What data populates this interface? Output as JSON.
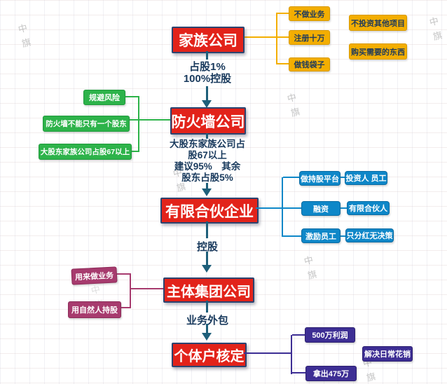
{
  "watermark": {
    "text": "中旗"
  },
  "colors": {
    "node_red": "#E2231A",
    "branch_yellow": "#F3AE01",
    "branch_green": "#2DB34A",
    "branch_blue": "#0E87C8",
    "branch_rose": "#A73B6E",
    "branch_purple": "#3D2E94",
    "arrow": "#1E5F7A",
    "edge_text": "#18395C"
  },
  "nodes": {
    "family": "家族公司",
    "firewall": "防火墙公司",
    "partnership": "有限合伙企业",
    "group": "主体集团公司",
    "individual": "个体户核定"
  },
  "edges": {
    "family_firewall": {
      "line1": "占股1%",
      "line2": "100%控股"
    },
    "firewall_partnership": {
      "lines": [
        "大股东家族公司占",
        "股67以上",
        "建议95%　其余",
        "股东占股5%"
      ]
    },
    "partnership_group": "控股",
    "group_individual": "业务外包"
  },
  "family_notes": {
    "branch": [
      "不做业务",
      "注册十万",
      "做钱袋子"
    ],
    "side": [
      "不投资其他项目",
      "购买需要的东西"
    ]
  },
  "firewall_notes": [
    "规避风险",
    "防火墙不能只有一个股东",
    "大股东家族公司占股67以上"
  ],
  "partnership_notes": [
    {
      "label": "做持股平台",
      "detail": "投资人 员工"
    },
    {
      "label": "融资",
      "detail": "有限合伙人"
    },
    {
      "label": "激励员工",
      "detail": "只分红无决策"
    }
  ],
  "group_notes": [
    "用来做业务",
    "用自然人持股"
  ],
  "individual_notes": {
    "branch": [
      "500万利润",
      "拿出475万"
    ],
    "side": "解决日常花销"
  }
}
